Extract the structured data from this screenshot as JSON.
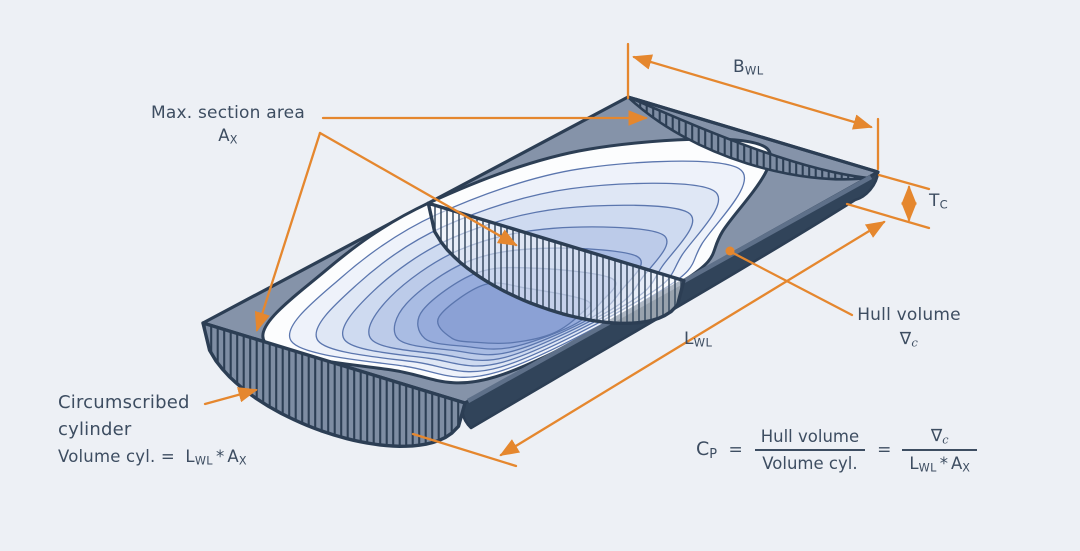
{
  "title": "Hull prismatic coefficient diagram",
  "colors": {
    "background": "#EDF0F5",
    "outline": "#2C3E54",
    "deck": "#8593A9",
    "cap_fill": "#7E8DA3",
    "side_dark": "#31445A",
    "side_light": "#5E7089",
    "contour_line": "#5B76AE",
    "contour_ramp": [
      "#FCFDFE",
      "#EEF2FA",
      "#DFE7F5",
      "#CEDAF0",
      "#BCCBE9",
      "#A9BCE3",
      "#97ACDC",
      "#8BA1D5"
    ],
    "accent": "#E5872E",
    "text": "#3D4D61"
  },
  "labels": {
    "max_section_area": {
      "text": "Max. section area",
      "symbol": "A",
      "symbol_sub": "X"
    },
    "beam": {
      "symbol": "B",
      "sub": "WL"
    },
    "draft": {
      "symbol": "T",
      "sub": "C"
    },
    "length": {
      "symbol": "L",
      "sub": "WL"
    },
    "hull_volume": {
      "text": "Hull volume",
      "symbol": "∇",
      "symbol_sub": "c"
    },
    "circumscribed_cylinder": {
      "line1": "Circumscribed",
      "line2": "cylinder"
    },
    "volume_cyl": {
      "prefix": "Volume cyl. =",
      "l": "L",
      "l_sub": "WL",
      "operator": "*",
      "a": "A",
      "a_sub": "X"
    }
  },
  "formula": {
    "lhs": {
      "symbol": "C",
      "sub": "P"
    },
    "equals1": "=",
    "fraction1": {
      "numerator": "Hull volume",
      "denominator": "Volume cyl."
    },
    "equals2": "=",
    "fraction2": {
      "num_symbol": "∇",
      "num_sub": "c",
      "den_l": "L",
      "den_l_sub": "WL",
      "den_operator": "*",
      "den_a": "A",
      "den_a_sub": "X"
    }
  }
}
